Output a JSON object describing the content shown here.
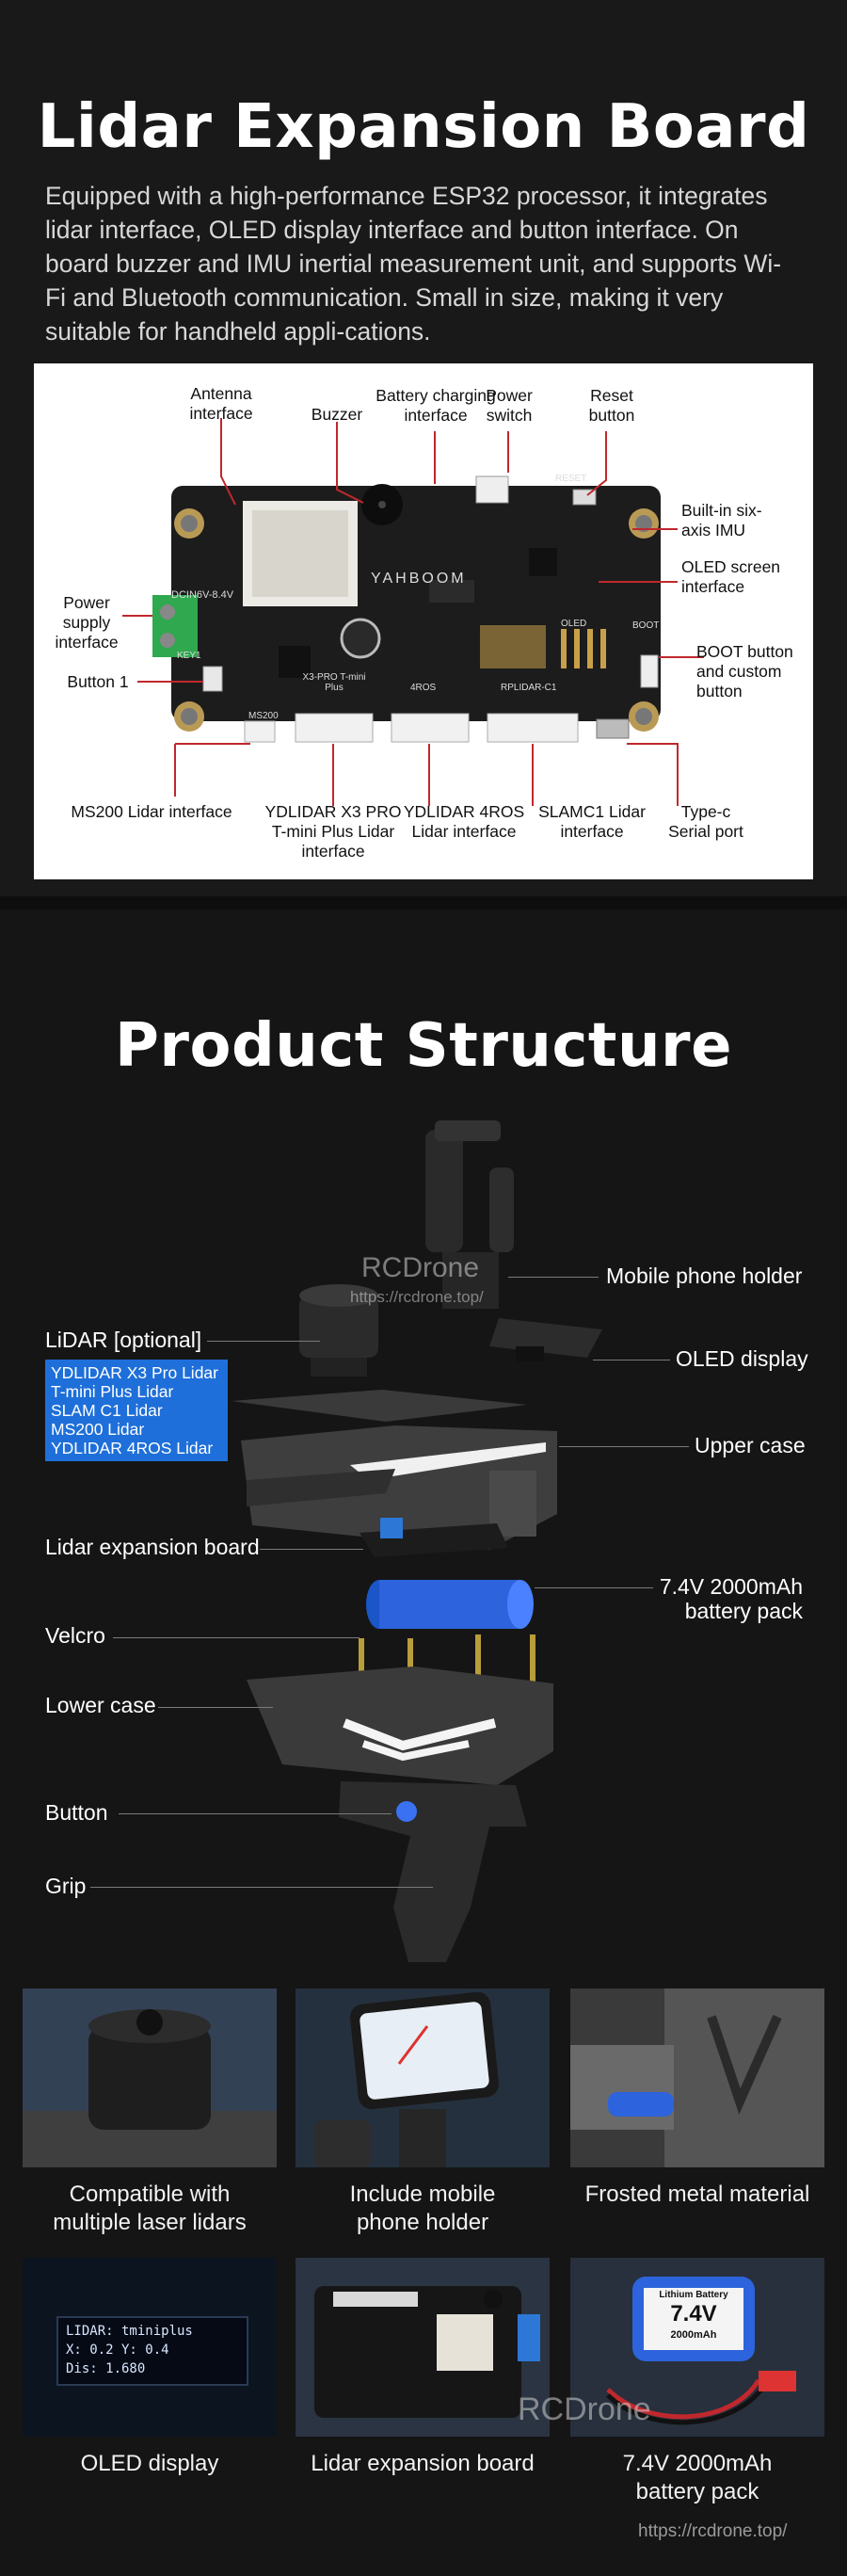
{
  "board_section": {
    "title": "Lidar Expansion Board",
    "description": "Equipped with a high-performance ESP32 processor, it integrates lidar interface, OLED display interface and button interface. On board buzzer and IMU inertial measurement unit, and supports Wi-Fi and Bluetooth communication. Small in size, making it very suitable for handheld appli-cations.",
    "labels": {
      "antenna": "Antenna interface",
      "buzzer": "Buzzer",
      "battery_charging": "Battery charging interface",
      "power_switch": "Power switch",
      "reset": "Reset button",
      "imu": "Built-in six-axis IMU",
      "oled": "OLED screen interface",
      "boot": "BOOT button and custom button",
      "power_supply": "Power supply interface",
      "button1": "Button 1",
      "ms200": "MS200 Lidar interface",
      "x3pro": "YDLIDAR X3 PRO T-mini Plus Lidar interface",
      "ydlidar4ros": "YDLIDAR 4ROS Lidar interface",
      "slamc1": "SLAMC1 Lidar interface",
      "typec": "Type-c Serial port"
    },
    "silkscreen": {
      "brand": "YAHBOOM",
      "dc": "DCIN6V-8.4V",
      "x3": "X3-PRO T-mini Plus",
      "fourros": "4ROS",
      "rplidar": "RPLIDAR-C1",
      "ms200": "MS200",
      "oled": "OLED",
      "boot": "BOOT",
      "reset": "RESET",
      "key": "KEY1"
    }
  },
  "structure_section": {
    "title": "Product Structure",
    "watermark": "RCDrone",
    "watermark_url": "https://rcdrone.top/",
    "lidar_label": "LiDAR [optional]",
    "lidar_options": [
      "YDLIDAR X3 Pro Lidar",
      "T-mini Plus Lidar",
      "SLAM C1 Lidar",
      "MS200 Lidar",
      "YDLIDAR 4ROS Lidar"
    ],
    "left_labels": {
      "expansion": "Lidar expansion board",
      "velcro": "Velcro",
      "lower_case": "Lower case",
      "button": "Button",
      "grip": "Grip"
    },
    "right_labels": {
      "phone_holder": "Mobile phone holder",
      "oled": "OLED display",
      "upper_case": "Upper case",
      "battery_line1": "7.4V 2000mAh",
      "battery_line2": "battery pack"
    }
  },
  "features": [
    {
      "caption_line1": "Compatible with",
      "caption_line2": "multiple laser lidars"
    },
    {
      "caption_line1": "Include mobile",
      "caption_line2": "phone holder"
    },
    {
      "caption_line1": "Frosted metal material",
      "caption_line2": ""
    },
    {
      "caption_line1": "OLED display",
      "caption_line2": ""
    },
    {
      "caption_line1": "Lidar expansion board",
      "caption_line2": ""
    },
    {
      "caption_line1": "7.4V 2000mAh",
      "caption_line2": "battery pack"
    }
  ],
  "oled_screen": {
    "line1": "LIDAR: tminiplus",
    "line2": "X: 0.2 Y: 0.4",
    "line3": "Dis: 1.680"
  },
  "battery_label": {
    "brand": "Lithium Battery",
    "voltage": "7.4V",
    "capacity": "2000mAh"
  },
  "footer": {
    "watermark": "RCDrone",
    "url": "https://rcdrone.top/"
  },
  "colors": {
    "background": "#151515",
    "accent_blue": "#1e6fd9",
    "leader_red": "#c0282d",
    "board_black": "#1a1a1a"
  }
}
